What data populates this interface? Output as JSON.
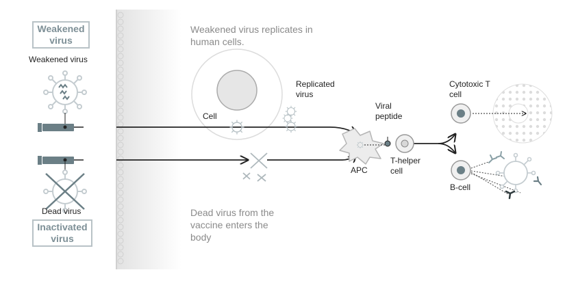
{
  "labels": {
    "weakened_box": "Weakened virus",
    "weakened_caption": "Weakened virus",
    "dead_caption": "Dead virus",
    "inactivated_box": "Inactivated virus",
    "replicates_note": "Weakened virus replicates in human cells.",
    "dead_note": "Dead virus from the vaccine enters the body",
    "cell": "Cell",
    "replicated_virus": "Replicated virus",
    "viral_peptide": "Viral peptide",
    "apc": "APC",
    "t_helper": "T-helper cell",
    "cytotoxic": "Cytotoxic T cell",
    "b_cell": "B-cell"
  },
  "colors": {
    "accent": "#6b7f86",
    "line": "#222222",
    "light": "#c4ccd0",
    "note_text": "#8a8a8a"
  }
}
